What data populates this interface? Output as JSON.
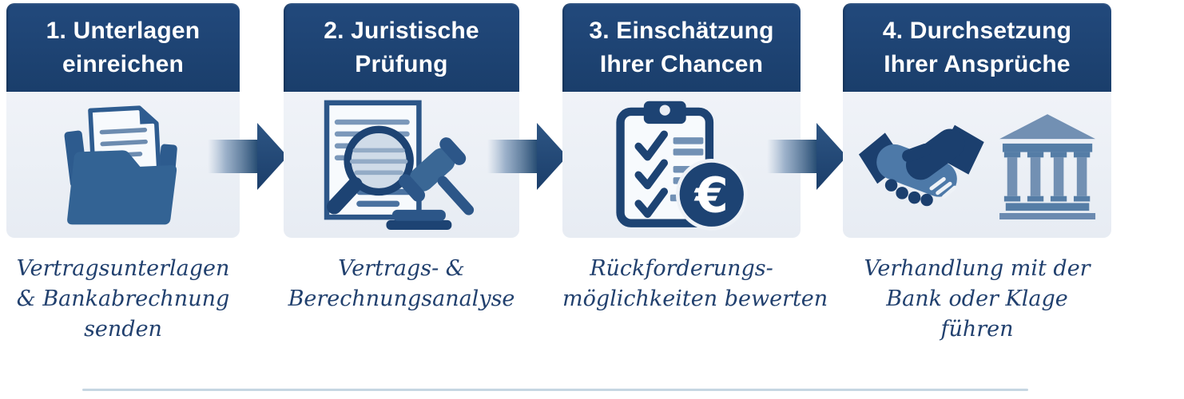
{
  "colors": {
    "header_bg": "#1d4475",
    "header_text": "#ffffff",
    "panel_bg": "#e9edf4",
    "description_text": "#21406e",
    "arrow_dark": "#1e446f",
    "divider": "#c6d6e2",
    "icon_dark": "#1d4373",
    "icon_mid": "#34608f",
    "icon_steel": "#4d79a8",
    "icon_light": "#7b99ba",
    "paper": "#f7fafd"
  },
  "icons": {
    "euro_symbol": "€"
  },
  "steps": [
    {
      "title_line1": "1. Unterlagen",
      "title_line2": "einreichen",
      "icon": "folder-documents-icon",
      "description_lines": [
        "Vertragsunterlagen",
        "& Bankabrechnung",
        "senden"
      ]
    },
    {
      "title_line1": "2. Juristische",
      "title_line2": "Prüfung",
      "icon": "document-magnifier-gavel-icon",
      "description_lines": [
        "Vertrags- &",
        "Berechnungsanalyse"
      ]
    },
    {
      "title_line1": "3. Einschätzung",
      "title_line2": "Ihrer Chancen",
      "icon": "clipboard-checklist-euro-icon",
      "description_lines": [
        "Rückforderungs-",
        "möglichkeiten bewerten"
      ]
    },
    {
      "title_line1": "4. Durchsetzung",
      "title_line2": "Ihrer Ansprüche",
      "icon": "handshake-bank-icon",
      "description_lines": [
        "Verhandlung mit der",
        "Bank oder Klage",
        "führen"
      ]
    }
  ]
}
